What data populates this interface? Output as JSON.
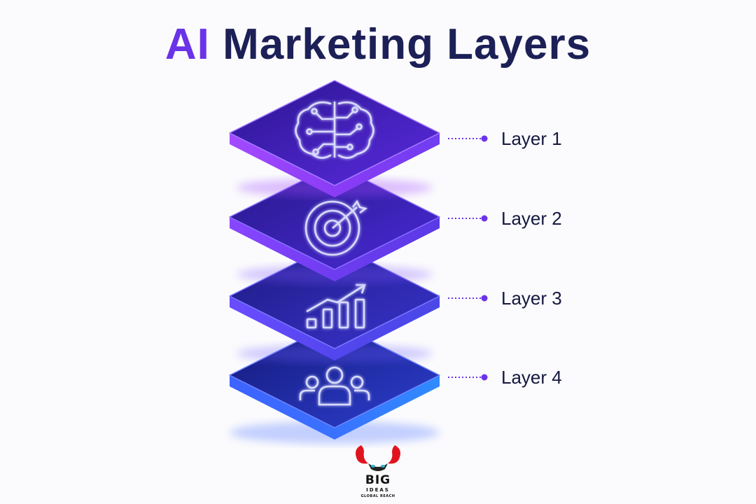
{
  "title": {
    "accent": "AI",
    "rest": "Marketing Layers"
  },
  "colors": {
    "title_accent": "#6a33e8",
    "title_main": "#1c2057",
    "connector": "#6a33e8",
    "label": "#15183f"
  },
  "layers": [
    {
      "label": "Layer 1",
      "icon": "brain-circuit-icon"
    },
    {
      "label": "Layer 2",
      "icon": "target-arrow-icon"
    },
    {
      "label": "Layer 3",
      "icon": "growth-chart-icon"
    },
    {
      "label": "Layer 4",
      "icon": "team-people-icon"
    }
  ],
  "logo": {
    "line1": "BIG",
    "line2": "IDEAS",
    "line3": "GLOBAL REACH",
    "icon": "bull-horns-icon"
  }
}
